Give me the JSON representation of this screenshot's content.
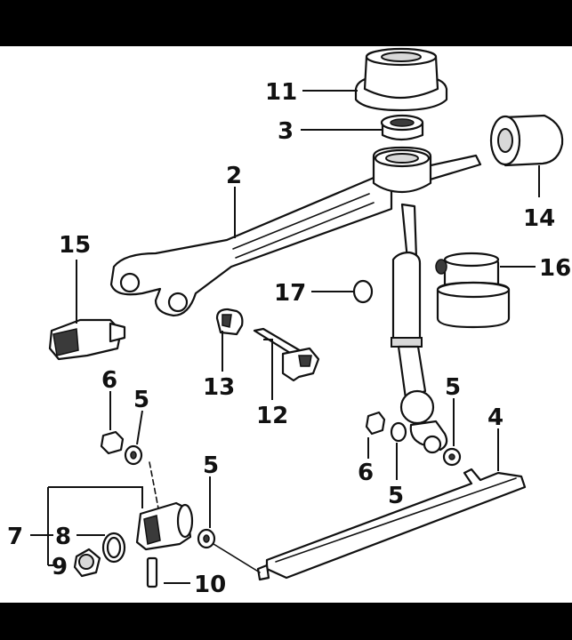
{
  "callouts": {
    "c11": "11",
    "c3": "3",
    "c2": "2",
    "c14": "14",
    "c15": "15",
    "c16": "16",
    "c17": "17",
    "c13": "13",
    "c12": "12",
    "c6a": "6",
    "c5a": "5",
    "c5b": "5",
    "c4": "4",
    "c6b": "6",
    "c5c": "5",
    "c5d": "5",
    "c7": "7",
    "c8": "8",
    "c9": "9",
    "c10": "10"
  }
}
